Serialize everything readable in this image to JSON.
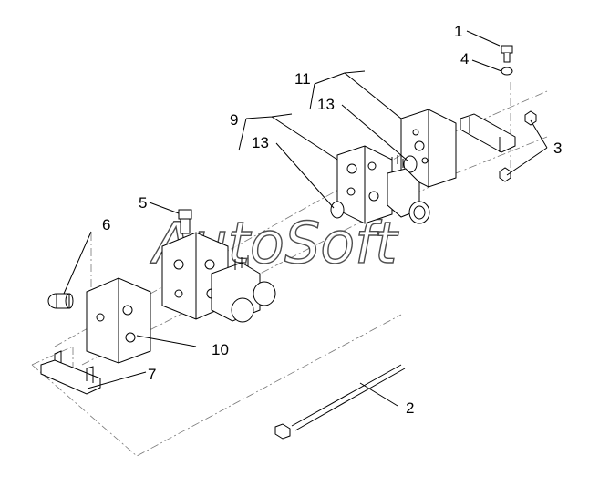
{
  "watermark": "AutoSoft",
  "callouts": {
    "c1": "1",
    "c2": "2",
    "c3": "3",
    "c4": "4",
    "c5": "5",
    "c6": "6",
    "c7": "7",
    "c9": "9",
    "c10": "10",
    "c11": "11",
    "c13a": "13",
    "c13b": "13"
  },
  "colors": {
    "line": "#000000",
    "centerline": "#777777",
    "background": "#ffffff"
  }
}
